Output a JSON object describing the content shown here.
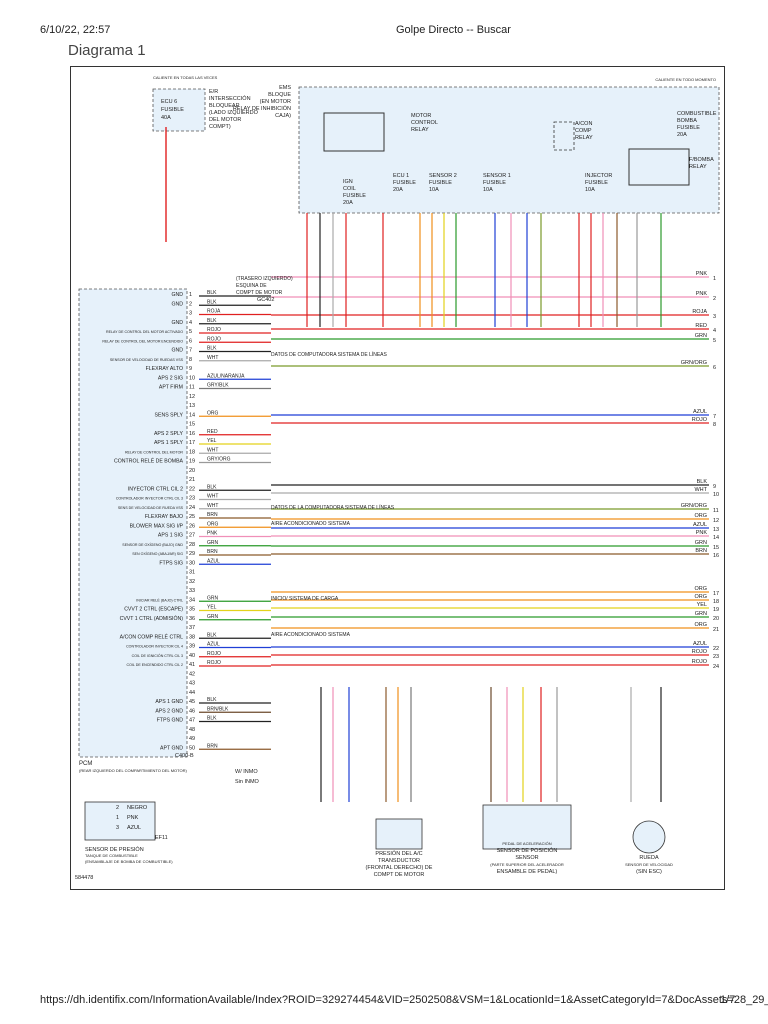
{
  "header": {
    "datetime": "6/10/22, 22:57",
    "title": "Golpe Directo -- Buscar"
  },
  "doc_title": "Diagrama 1",
  "footer": {
    "url": "https://dh.identifix.com/InformationAvailable/Index?ROID=329274454&VID=2502508&VSM=1&LocationId=1&AssetCategoryId=7&DocAssets=28_29_…",
    "page": "1/7"
  },
  "diagram_id": "584478",
  "top_notes": {
    "ecu_hot": "CALIENTE EN TODAS LAS VECES",
    "ecu_fuse": [
      "ECU 6",
      "FUSIBLE",
      "40A"
    ],
    "ecu_desc": [
      "E/R",
      "INTERSECCIÓN",
      "BLOQUEAR",
      "(LADO IZQUIERDO",
      "DEL MOTOR",
      "COMPT)"
    ],
    "ems": [
      "EMS",
      "BLOQUE",
      "(EN MOTOR",
      "RELAY DE INHIBICIÓN",
      "CAJA)"
    ],
    "hot_always": "CALIENTE EN TODO MOMENTO",
    "motor_relay": [
      "MOTOR",
      "CONTROL",
      "RELAY"
    ],
    "ac_relay": [
      "A/CON",
      "COMP",
      "RELAY"
    ],
    "fuel_fuse": [
      "COMBUSTIBLE",
      "BOMBA",
      "FUSIBLE",
      "20A"
    ],
    "pump_relay": [
      "F/BOMBA",
      "RELAY"
    ],
    "ign_fuse": [
      "IGN",
      "COIL",
      "FUSIBLE",
      "20A"
    ],
    "ecu1_fuse": [
      "ECU 1",
      "FUSIBLE",
      "20A"
    ],
    "sensor2_fuse": [
      "SENSOR 2",
      "FUSIBLE",
      "10A"
    ],
    "sensor1_fuse": [
      "SENSOR 1",
      "FUSIBLE",
      "10A"
    ],
    "injector_fuse": [
      "INJECTOR",
      "FUSIBLE",
      "10A"
    ],
    "ground_note": [
      "(TRASERO IZQUIERDO)",
      "ESQUINA DE",
      "COMPT DE MOTOR"
    ],
    "gc402": "GC402"
  },
  "pcm_pins": [
    {
      "n": "1",
      "name": "GND",
      "color": "BLK"
    },
    {
      "n": "2",
      "name": "GND",
      "color": "BLK"
    },
    {
      "n": "3",
      "name": "",
      "color": "ROJA"
    },
    {
      "n": "4",
      "name": "GND",
      "color": "BLK"
    },
    {
      "n": "5",
      "name": "RELAY DE CONTROL DEL MOTOR ACTIVADO",
      "color": "ROJO"
    },
    {
      "n": "6",
      "name": "RELAY DE CONTROL DEL MOTOR ENCENDIDO",
      "color": "ROJO"
    },
    {
      "n": "7",
      "name": "GND",
      "color": "BLK"
    },
    {
      "n": "8",
      "name": "SENSOR DE VELOCIDAD DE RUEDAS VSS",
      "color": "WHT"
    },
    {
      "n": "9",
      "name": "FLEXRAY ALTO",
      "color": ""
    },
    {
      "n": "10",
      "name": "APS 2 SIG",
      "color": "AZUL/NARANJA"
    },
    {
      "n": "11",
      "name": "APT FIRM",
      "color": "GRY/BLK"
    },
    {
      "n": "12",
      "name": "",
      "color": ""
    },
    {
      "n": "13",
      "name": "",
      "color": ""
    },
    {
      "n": "14",
      "name": "SENS SPLY",
      "color": "ORG"
    },
    {
      "n": "15",
      "name": "",
      "color": ""
    },
    {
      "n": "16",
      "name": "APS 2 SPLY",
      "color": "RED"
    },
    {
      "n": "17",
      "name": "APS 1 SPLY",
      "color": "YEL"
    },
    {
      "n": "18",
      "name": "RELAY DE CONTROL DEL MOTOR",
      "color": "WHT"
    },
    {
      "n": "19",
      "name": "CONTROL RELÉ DE BOMBA",
      "color": "GRY/ORG"
    },
    {
      "n": "20",
      "name": "",
      "color": ""
    },
    {
      "n": "21",
      "name": "",
      "color": ""
    },
    {
      "n": "22",
      "name": "INYECTOR CTRL CIL 2",
      "color": "BLK"
    },
    {
      "n": "23",
      "name": "CONTROLADOR INYECTOR CTRL CIL 3",
      "color": "WHT"
    },
    {
      "n": "24",
      "name": "SENS DE VELOCIDAD DE RUEDA VSS",
      "color": "WHT"
    },
    {
      "n": "25",
      "name": "FLEXRAY BAJO",
      "color": "BRN"
    },
    {
      "n": "26",
      "name": "BLOWER MAX SIG I/P",
      "color": "ORG"
    },
    {
      "n": "27",
      "name": "APS 1 SIG",
      "color": "PNK"
    },
    {
      "n": "28",
      "name": "SENSOR DE OXÍGENO (BAJO) GND",
      "color": "GRN"
    },
    {
      "n": "29",
      "name": "SEN OXÍGENO (ABAJ/AR) SIG",
      "color": "BRN"
    },
    {
      "n": "30",
      "name": "FTPS SIG",
      "color": "AZUL"
    },
    {
      "n": "31",
      "name": "",
      "color": ""
    },
    {
      "n": "32",
      "name": "",
      "color": ""
    },
    {
      "n": "33",
      "name": "",
      "color": ""
    },
    {
      "n": "34",
      "name": "INICIAR RELÉ (BAJO) CTRL",
      "color": "GRN"
    },
    {
      "n": "35",
      "name": "CVVT 2 CTRL (ESCAPE)",
      "color": "YEL"
    },
    {
      "n": "36",
      "name": "CVVT 1 CTRL (ADMISIÓN)",
      "color": "GRN"
    },
    {
      "n": "37",
      "name": "",
      "color": ""
    },
    {
      "n": "38",
      "name": "A/CON COMP RELÉ CTRL",
      "color": "BLK"
    },
    {
      "n": "39",
      "name": "CONTROLADOR INYECTOR CIL 4",
      "color": "AZUL"
    },
    {
      "n": "40",
      "name": "COIL DE IGNICIÓN CTRL CIL 3",
      "color": "ROJO"
    },
    {
      "n": "41",
      "name": "COIL DE ENCENDIDO CTRL CIL 2",
      "color": "ROJO"
    },
    {
      "n": "42",
      "name": "",
      "color": ""
    },
    {
      "n": "43",
      "name": "",
      "color": ""
    },
    {
      "n": "44",
      "name": "",
      "color": ""
    },
    {
      "n": "45",
      "name": "APS 1 GND",
      "color": "BLK"
    },
    {
      "n": "46",
      "name": "APS 2 GND",
      "color": "BRN/BLK"
    },
    {
      "n": "47",
      "name": "FTPS GND",
      "color": "BLK"
    },
    {
      "n": "48",
      "name": "",
      "color": ""
    },
    {
      "n": "49",
      "name": "",
      "color": ""
    },
    {
      "n": "50",
      "name": "APT GND",
      "color": "BRN"
    }
  ],
  "pcm_connector": "C400-B",
  "pcm_label": "PCM",
  "pcm_location": "(REAR IZQUIERDO DEL COMPARTIMIENTO DEL MOTOR)",
  "side_notes": [
    {
      "text": "DATOS DE COMPUTADORA SISTEMA DE LÍNEAS"
    },
    {
      "text": "DATOS DE LA COMPUTADORA SISTEMA DE LÍNEAS"
    },
    {
      "text": "AIRE ACONDICIONADO SISTEMA"
    },
    {
      "text": "INICIO/ SISTEMA DE CARGA"
    },
    {
      "text": "AIRE ACONDICIONADO SISTEMA"
    }
  ],
  "right_terms": [
    {
      "n": "1",
      "label": "PNK"
    },
    {
      "n": "2",
      "label": "PNK"
    },
    {
      "n": "3",
      "label": "ROJA"
    },
    {
      "n": "4",
      "label": "RED"
    },
    {
      "n": "5",
      "label": "GRN"
    },
    {
      "n": "6",
      "label": "GRN/ORG"
    },
    {
      "n": "7",
      "label": "AZUL"
    },
    {
      "n": "8",
      "label": "ROJO"
    },
    {
      "n": "9",
      "label": "BLK"
    },
    {
      "n": "10",
      "label": "WHT"
    },
    {
      "n": "11",
      "label": "GRN/ORG"
    },
    {
      "n": "12",
      "label": "ORG"
    },
    {
      "n": "13",
      "label": "AZUL"
    },
    {
      "n": "14",
      "label": "PNK"
    },
    {
      "n": "15",
      "label": "GRN"
    },
    {
      "n": "16",
      "label": "BRN"
    },
    {
      "n": "17",
      "label": "ORG"
    },
    {
      "n": "18",
      "label": "ORG"
    },
    {
      "n": "19",
      "label": "YEL"
    },
    {
      "n": "20",
      "label": "GRN"
    },
    {
      "n": "21",
      "label": "ORG"
    },
    {
      "n": "22",
      "label": "AZUL"
    },
    {
      "n": "23",
      "label": "ROJO"
    },
    {
      "n": "24",
      "label": "ROJO"
    }
  ],
  "bottom": {
    "pressure_sensor": [
      "SENSOR DE PRESIÓN",
      "TANQUE DE COMBUSTIBLE",
      "(ENSAMBLAJE DE BOMBA DE COMBUSTIBLE)"
    ],
    "pressure_pins": [
      {
        "n": "2",
        "c": "NEGRO"
      },
      {
        "n": "1",
        "c": "PNK"
      },
      {
        "n": "3",
        "c": "AZUL"
      }
    ],
    "ef11": "EF11",
    "transducer": [
      "PRESIÓN DEL A/C",
      "TRANSDUCTOR",
      "(FRONTAL DERECHO) DE",
      "COMPT DE MOTOR"
    ],
    "pedal": [
      "PEDAL DE ACELERACIÓN",
      "SENSOR DE POSICIÓN",
      "SENSOR",
      "(PARTE SUPERIOR DEL ACELERADOR",
      "ENSAMBLE DE PEDAL)"
    ],
    "wheel": [
      "RUEDA",
      "SENSOR DE VELOCIDAD",
      "(SIN ESC)"
    ],
    "inmo": [
      "W/ INMO",
      "Sin INMO"
    ]
  }
}
